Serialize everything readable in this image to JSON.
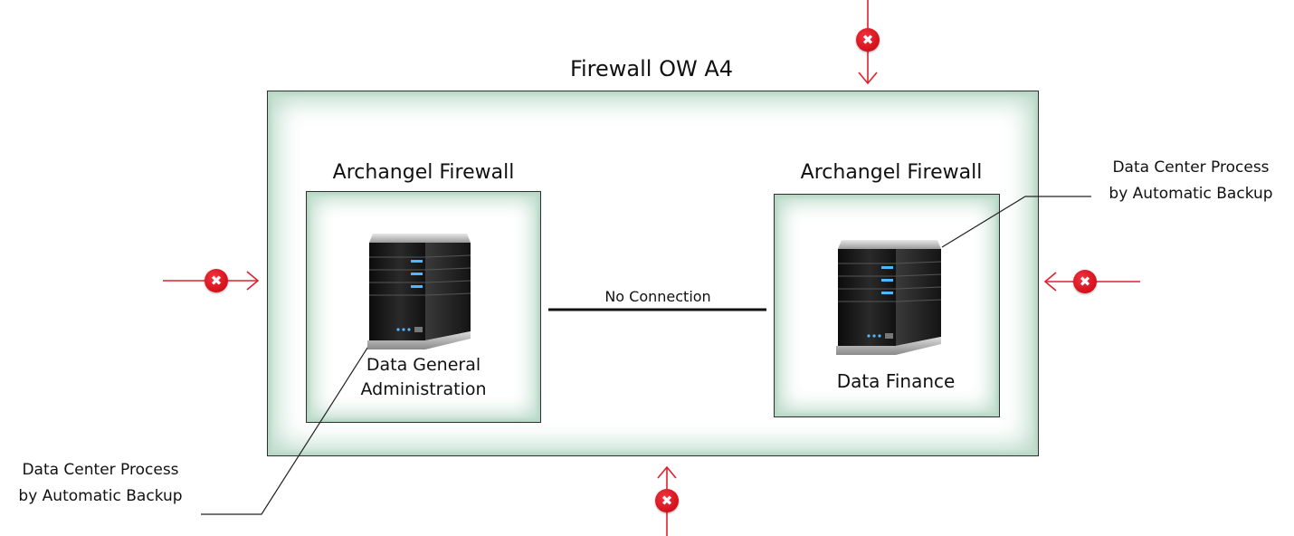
{
  "diagram": {
    "outer_zone": {
      "title": "Firewall OW A4"
    },
    "left_zone": {
      "title": "Archangel Firewall",
      "server_label_line1": "Data General",
      "server_label_line2": "Administration"
    },
    "right_zone": {
      "title": "Archangel Firewall",
      "server_label": "Data Finance"
    },
    "connection": {
      "label": "No Connection"
    },
    "note_bottom_left": {
      "line1": "Data Center Process",
      "line2": "by Automatic Backup"
    },
    "note_top_right": {
      "line1": "Data Center Process",
      "line2": "by Automatic Backup"
    },
    "blocked_icon_glyph": "✖"
  },
  "colors": {
    "arrow": "#e0202c",
    "zone_glow": "#b9d9c7",
    "zone_border": "#2f2f2f"
  },
  "icons": {
    "server": "server-tower-icon",
    "blocked": "blocked-x-icon"
  }
}
